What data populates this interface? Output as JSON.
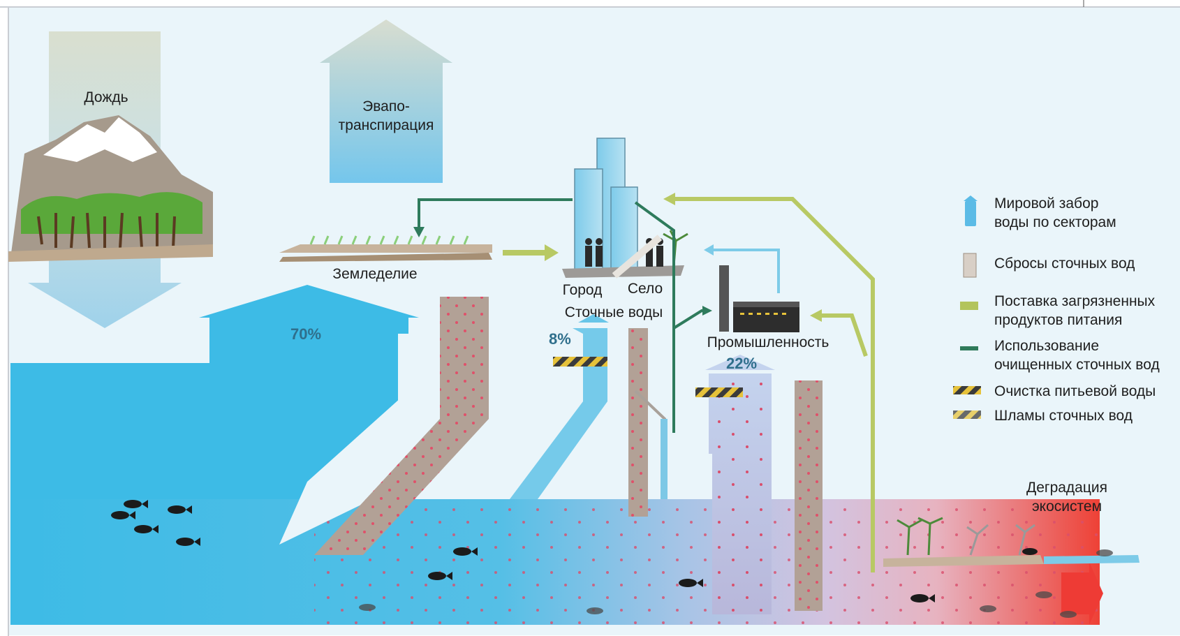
{
  "labels": {
    "rain": "Дождь",
    "evapo_line1": "Эвапо-",
    "evapo_line2": "транспирация",
    "agriculture": "Земледелие",
    "city": "Город",
    "village": "Село",
    "wastewater": "Сточные воды",
    "industry": "Промышленность",
    "degradation_line1": "Деградация",
    "degradation_line2": "экосистем"
  },
  "percentages": {
    "agriculture": "70%",
    "municipal": "8%",
    "industry": "22%"
  },
  "legend": [
    {
      "icon": "blue-column-icon",
      "line1": "Мировой забор",
      "line2": "воды по секторам",
      "color": "#5bbbe6"
    },
    {
      "icon": "brown-column-icon",
      "line1": "Сбросы сточных вод",
      "line2": "",
      "color": "#b59a84"
    },
    {
      "icon": "yellow-green-bar-icon",
      "line1": "Поставка загрязненных",
      "line2": "продуктов питания",
      "color": "#b3c45c"
    },
    {
      "icon": "dark-green-bar-icon",
      "line1": "Использование",
      "line2": "очищенных сточных вод",
      "color": "#2f7a5a"
    },
    {
      "icon": "hazard-stripe-icon",
      "line1": "Очистка питьевой воды",
      "line2": "",
      "color": "#e6c23a"
    },
    {
      "icon": "hazard-stripe-dark-icon",
      "line1": "Шламы сточных вод",
      "line2": "",
      "color": "#c9a52c"
    }
  ],
  "colors": {
    "water": "#3dbbe6",
    "wastewater": "#b2a196",
    "food": "#b8c964",
    "reuse": "#2e7b5c",
    "degraded": "#e83a3a"
  }
}
